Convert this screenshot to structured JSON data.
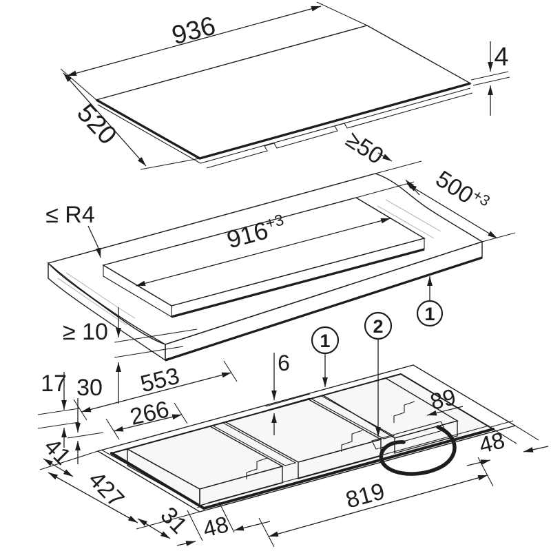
{
  "meta": {
    "figure": "cooktop installation dimension diagram"
  },
  "colors": {
    "line": "#1d1d1d",
    "glass": "#c9c9c9",
    "surface": "#f2f2f2",
    "gasket": "#c6c6c6",
    "background": "#ffffff"
  },
  "top_view": {
    "width": "936",
    "depth": "520",
    "glass_thickness": "4"
  },
  "mid_view": {
    "cutout_width": "916",
    "cutout_width_tol": "+3",
    "cutout_depth": "500",
    "cutout_depth_tol": "+3",
    "rear_gap": "≥50",
    "corner_radius": "≤ R4",
    "min_thickness": "≥ 10",
    "callout1": "1"
  },
  "bottom_view": {
    "glass_step": "6",
    "height_outer": "17",
    "height_mid": "30",
    "housing_length": "553",
    "housing_inner": "266",
    "height_total": "41",
    "housing_depth": "427",
    "front_corner_gap": "31",
    "front_offset": "48",
    "cord_offset": "89",
    "right_offset": "48",
    "base_length": "819",
    "callout1": "1",
    "callout2": "2"
  }
}
